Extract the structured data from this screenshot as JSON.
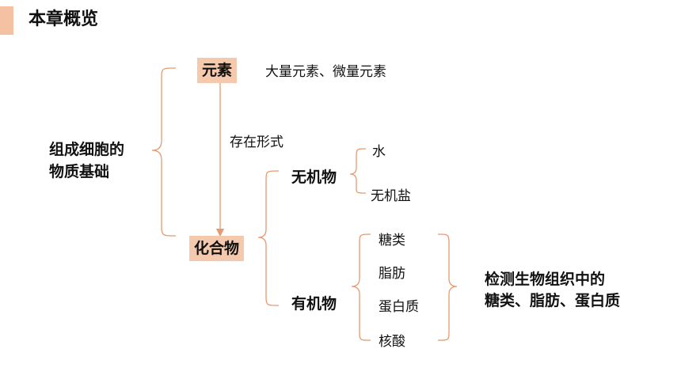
{
  "header": {
    "title": "本章概览"
  },
  "diagram": {
    "root": {
      "line1": "组成细胞的",
      "line2": "物质基础"
    },
    "element_node": "元素",
    "element_desc": "大量元素、微量元素",
    "arrow_label": "存在形式",
    "compound_node": "化合物",
    "inorganic": {
      "label": "无机物",
      "children": [
        "水",
        "无机盐"
      ]
    },
    "organic": {
      "label": "有机物",
      "children": [
        "糖类",
        "脂肪",
        "蛋白质",
        "核酸"
      ]
    },
    "detection": {
      "line1": "检测生物组织中的",
      "line2": "糖类、脂肪、蛋白质"
    }
  },
  "colors": {
    "accent": "#f4c1a2",
    "node_fill": "#f5c9ad",
    "line": "#e69a6f"
  }
}
